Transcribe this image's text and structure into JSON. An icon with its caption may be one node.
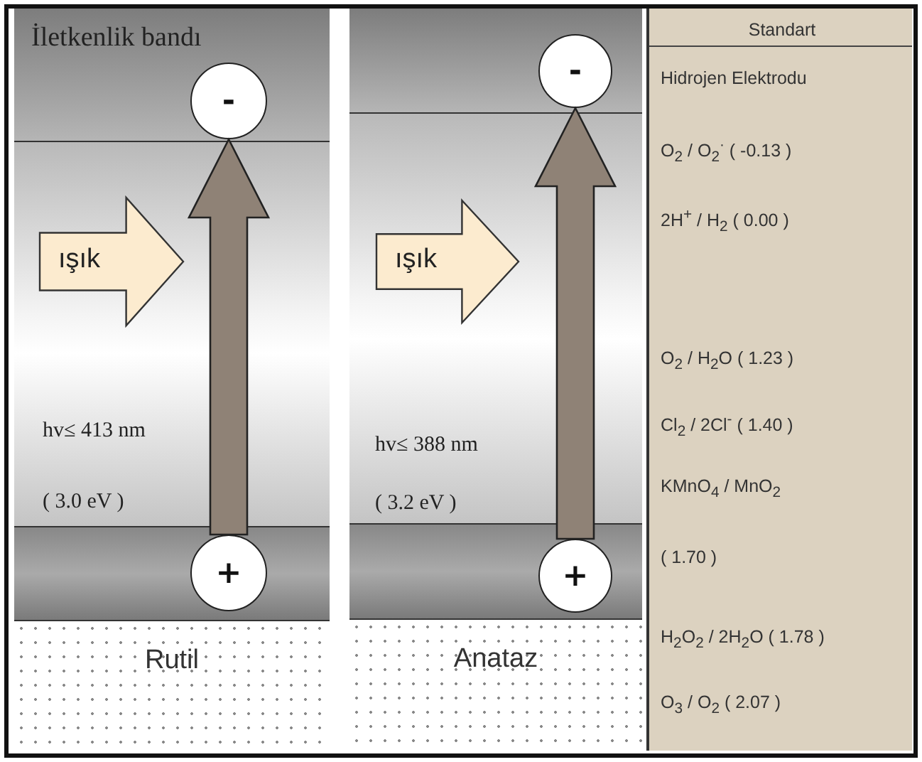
{
  "diagram": {
    "nodes": [
      {
        "text": [
          "İletkenlik bandı"
        ]
      },
      {
        "text": [
          "-"
        ],
        "in": 0
      },
      {
        "text": [
          "hv≤ 413 nm",
          "( 3.0 eV )"
        ]
      },
      {
        "text": [
          "ışık"
        ],
        "in": 2
      },
      {
        "text": [],
        "shape": "box"
      },
      {
        "text": [
          "+"
        ],
        "in": 4
      },
      {
        "text": [
          "Rutil"
        ]
      },
      {
        "text": [],
        "shape": "box"
      },
      {
        "text": [
          "-"
        ],
        "in": 7
      },
      {
        "text": [
          "hv≤ 388 nm",
          "( 3.2 eV )"
        ]
      },
      {
        "text": [
          "ışık"
        ],
        "in": 9
      },
      {
        "text": [],
        "shape": "box"
      },
      {
        "text": [
          "+"
        ],
        "in": 11
      },
      {
        "text": [
          "Anataz"
        ]
      },
      {
        "text": [
          "Standart",
          "Hidrojen Elektrodu",
          "O$_{2}$ / O$_{2}$$^{·}$ ( -0.13 )",
          "2H$^{+}$ / H$_{2}$ ( 0.00 )",
          "O$_{2}$ / H$_{2}$O ( 1.23 )",
          "Cl$_{2}$ / 2Cl$^{-}$ ( 1.40 )",
          "KMnO$_{4}$ / MnO$_{2}$",
          "( 1.70 )",
          "H$_{2}$O$_{2}$ / 2H$_{2}$O ( 1.78 )",
          "O$_{3}$ / O$_{2}$ ( 2.07 )"
        ]
      }
    ],
    "edges": [
      {
        "from": 5,
        "to": 1,
        "arrow": "to",
        "style": "thick"
      },
      {
        "from": 12,
        "to": 8,
        "arrow": "to",
        "style": "thick"
      }
    ]
  }
}
